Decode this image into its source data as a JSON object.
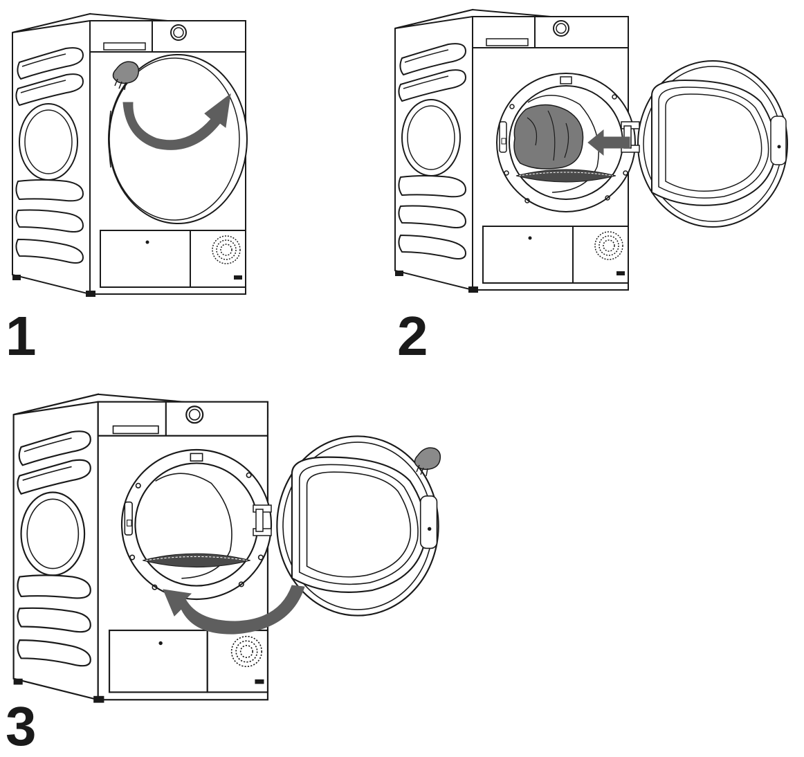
{
  "steps": [
    {
      "number": "1",
      "illustration": "dryer-door-closed-open-arrow"
    },
    {
      "number": "2",
      "illustration": "dryer-door-open-load-laundry"
    },
    {
      "number": "3",
      "illustration": "dryer-door-open-close-arrow"
    }
  ],
  "colors": {
    "line": "#1a1a1a",
    "fill": "#ffffff",
    "arrow": "#5e5e5e",
    "glove": "#8a8a8a",
    "laundry": "#7a7a7a",
    "filter": "#4a4a4a"
  }
}
